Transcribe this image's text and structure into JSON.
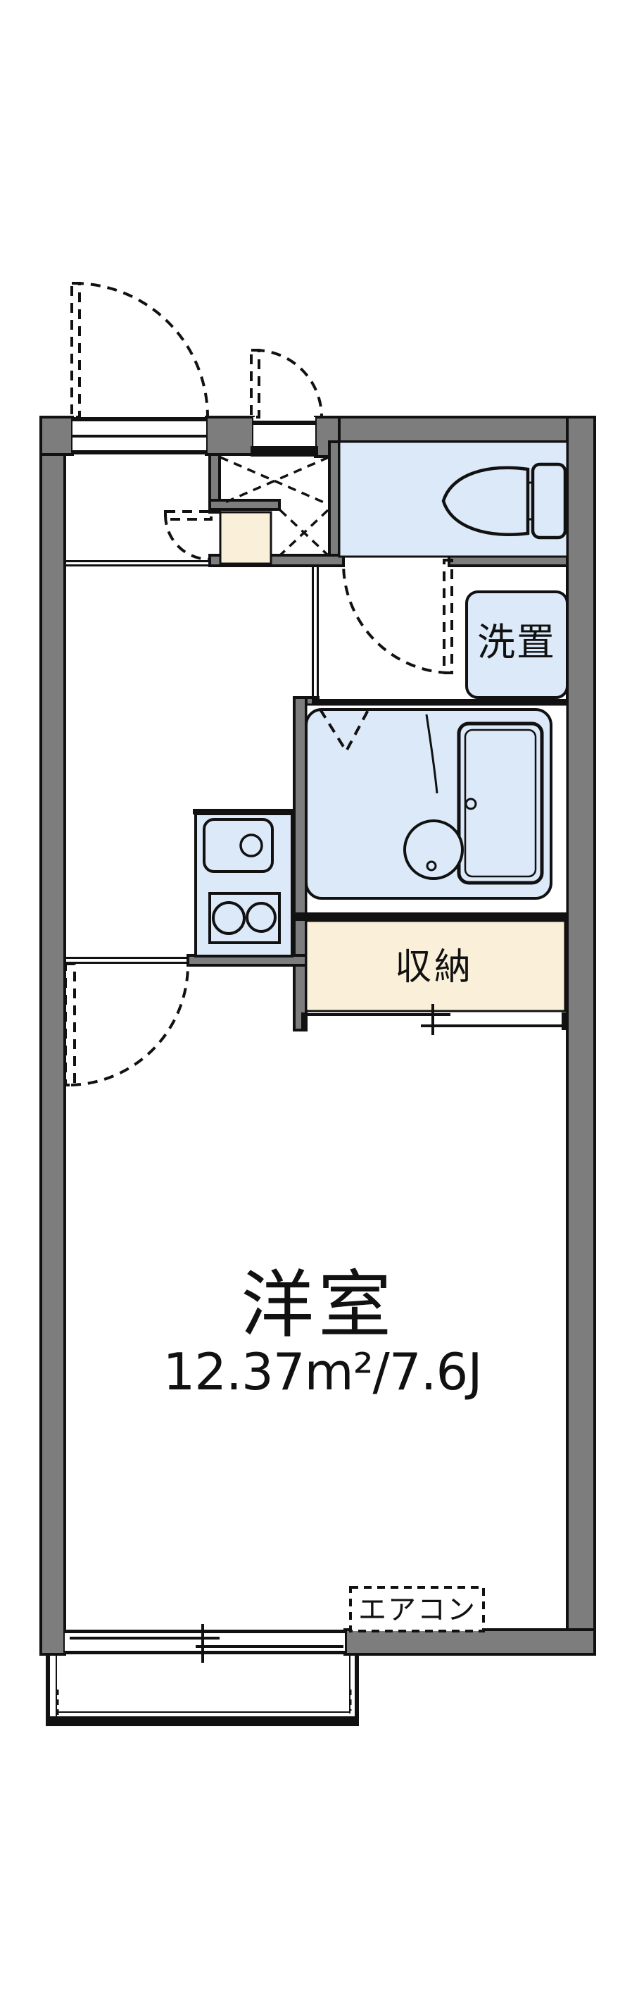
{
  "plan": {
    "rooms": {
      "main": {
        "label": "洋室",
        "area": "12.37m²/7.6J"
      },
      "closet": {
        "label": "収納"
      },
      "laundry": {
        "label": "洗置"
      },
      "aircon": {
        "label": "エアコン"
      }
    },
    "colors": {
      "wall": "#7d7d7d",
      "wet_area": "#dce9f8",
      "storage": "#faf0d9",
      "outline": "#111111",
      "background": "#ffffff"
    }
  }
}
